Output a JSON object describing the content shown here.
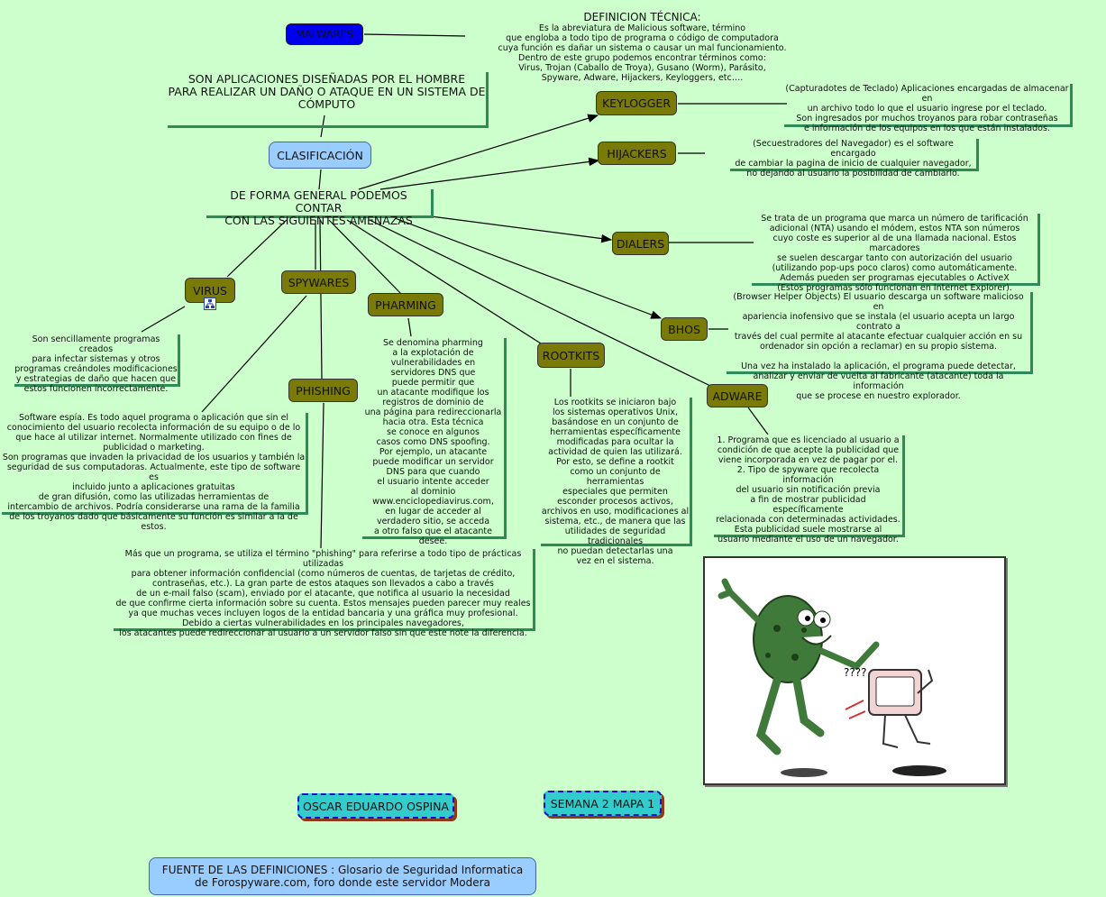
{
  "nodes": {
    "malwares": "MALWARES",
    "clasificacion": "CLASIFICACIÓN",
    "keylogger": "KEYLOGGER",
    "hijackers": "HIJACKERS",
    "dialers": "DIALERS",
    "bhos": "BHOS",
    "adware": "ADWARE",
    "virus": "VIRUS",
    "spywares": "SPYWARES",
    "pharming": "PHARMING",
    "rootkits": "ROOTKITS",
    "phishing": "PHISHING",
    "author": "OSCAR EDUARDO OSPINA",
    "week": "SEMANA 2 MAPA 1"
  },
  "texts": {
    "definicion_title": "DEFINICION TÉCNICA:",
    "definicion": "Es la abreviatura de Malicious software, término\nque engloba  a todo tipo de programa o código de computadora\ncuya función es dañar un sistema o causar un mal funcionamiento.\nDentro de este grupo podemos encontrar términos como:\nVirus, Trojan (Caballo de Troya), Gusano (Worm), Parásito,\nSpyware, Adware, Hijackers, Keyloggers, etc….",
    "aplicaciones": "SON APLICACIONES DISEÑADAS POR EL HOMBRE\nPARA REALIZAR UN DAÑO O ATAQUE EN UN SISTEMA DE\nCÓMPUTO",
    "amenazas": "DE FORMA GENERAL PODEMOS CONTAR\nCON LAS SIGUIENTES AMENAZAS",
    "keylogger": "(Capturadotes de Teclado) Aplicaciones encargadas de almacenar en\nun archivo todo lo que el usuario ingrese por el teclado.\nSon ingresados por muchos troyanos para robar contraseñas\ne información de los equipos en los que están instalados.",
    "hijackers": "(Secuestradores del Navegador) es el software encargado\nde cambiar la pagina de inicio de cualquier navegador,\nno dejando al usuario la posibilidad de cambiarlo.",
    "dialers": "Se trata de un programa que marca un número  de tarificación\nadicional (NTA)  usando el módem, estos NTA son números\ncuyo coste es superior al de una llamada nacional. Estos marcadores\nse suelen descargar tanto con autorización del usuario\n(utilizando pop-ups poco claros) como automáticamente.\nAdemás pueden ser programas ejecutables o ActiveX\n(Estos programas sólo funcionan en Internet Explorer).",
    "bhos": "(Browser Helper Objects) El usuario descarga un software malicioso en\napariencia inofensivo que se instala (el usuario acepta un largo contrato a\ntravés del cual permite al atacante  efectuar cualquier acción en su\nordenador sin opción a reclamar) en su propio sistema.\n\nUna vez ha instalado la aplicación, el programa  puede detectar,\nanalizar y enviar de vuelta al  fabricante (atacante) toda la información\nque se procese en nuestro explorador.",
    "virus": "Son sencillamente programas creados\npara  infectar sistemas  y otros\nprogramas creándoles  modificaciones\ny estrategias de daño que hacen que\nestos  funcionen  incorrectamente.",
    "spywares": "Software espía. Es todo aquel programa o aplicación que sin el\nconocimiento del usuario recolecta información de su equipo o de lo\nque hace al utilizar internet. Normalmente utilizado con fines de\npublicidad o marketing.\nSon programas que invaden la privacidad de los usuarios y también la\nseguridad de sus computadoras. Actualmente, este tipo de software es\nincluido junto a aplicaciones gratuitas\nde gran difusión, como las utilizadas herramientas de\nintercambio de archivos. Podría considerarse una rama de la familia\nde los troyanos  dado que básicamente su función es similar a la de estos.",
    "pharming": "Se denomina pharming\na la explotación de\nvulnerabilidades  en\nservidores  DNS que\npuede permitir que\nun atacante  modifique los\nregistros de dominio de\nuna página para redireccionarla\nhacia otra. Esta técnica\nse conoce en algunos\ncasos como DNS spoofing.\nPor ejemplo, un atacante\npuede   modificar un servidor\nDNS para que cuando\nel usuario intente acceder\nal  dominio\nwww.enciclopediavirus.com,\nen lugar de acceder al\nverdadero sitio,  se acceda\na otro falso que el atacante desee.",
    "rootkits": "Los rootkits se iniciaron bajo\nlos sistemas operativos Unix,\nbasándose en un conjunto de\nherramientas específicamente\nmodificadas para ocultar la\nactividad de quien las utilizará.\nPor esto, se define a rootkit\ncomo un conjunto de herramientas\nespeciales que permiten\nesconder procesos activos,\narchivos en uso, modificaciones al\nsistema, etc., de manera que las\nutilidades de seguridad tradicionales\nno puedan detectarlas una\nvez en el sistema.",
    "adware": "1. Programa que es licenciado al usuario a\ncondición de que acepte  la publicidad que\nviene incorporada en vez de pagar por el.\n2. Tipo de spyware que recolecta información\ndel usuario sin notificación previa\na fin de mostrar publicidad específicamente\nrelacionada con determinadas actividades.\nEsta publicidad suele mostrarse al\nusuario mediante el uso de un navegador.",
    "phishing": "Más que un programa, se utiliza el término \"phishing\" para referirse a todo tipo de prácticas utilizadas\npara obtener información confidencial (como números de cuentas, de tarjetas de crédito,\ncontraseñas, etc.). La gran parte de estos ataques son llevados a cabo a través\nde un e-mail falso (scam),  enviado por el atacante, que notifica al usuario la necesidad\nde que confirme  cierta información sobre su cuenta. Estos mensajes pueden parecer muy reales\nya que muchas veces  incluyen logos de la entidad bancaria y una gráfica muy profesional.\nDebido a ciertas vulnerabilidades en los principales navegadores,\nlos atacantes puede redireccionar al usuario a un servidor falso sin que este note la diferencia.",
    "fuente": "FUENTE DE LAS DEFINICIONES : Glosario de Seguridad Informatica\nde Forospyware.com, foro donde este servidor Modera",
    "question": "????"
  },
  "colors": {
    "background": "#ccffcc",
    "olive_node": "#7a7a07",
    "malwares_node": "#0000ee",
    "bracket": "#2e8b57",
    "clasificacion_node": "#99ccff",
    "footer_node": "#33cccc"
  },
  "icons": {
    "virus_attachment": "network-attachment-icon"
  }
}
